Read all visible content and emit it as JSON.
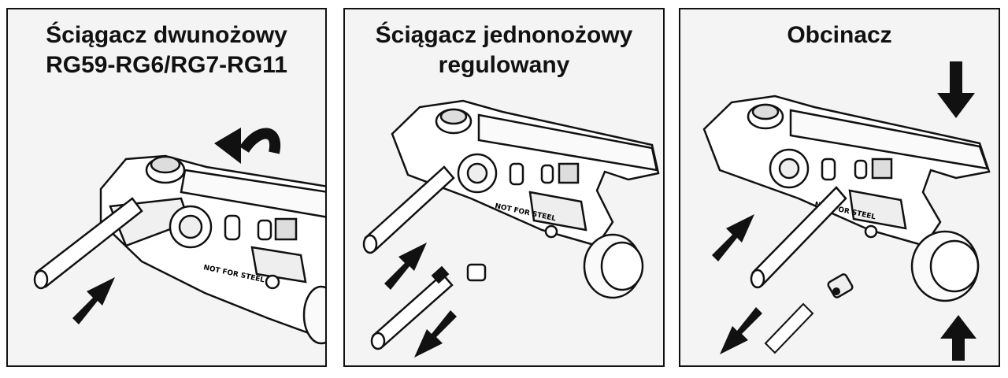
{
  "panels": [
    {
      "id": "panel-two-blade-stripper",
      "title_lines": [
        "Ściągacz dwunożowy",
        "RG59-RG6/RG7-RG11"
      ],
      "tool_label": "NOT FOR STEEL"
    },
    {
      "id": "panel-one-blade-adjustable-stripper",
      "title_lines": [
        "Ściągacz jednonożowy",
        "regulowany"
      ],
      "tool_label": "NOT FOR STEEL"
    },
    {
      "id": "panel-cutter",
      "title_lines": [
        "Obcinacz"
      ],
      "tool_label": "NOT FOR STEEL"
    }
  ],
  "colors": {
    "line": "#111111",
    "panel_bg": "#f4f4f4",
    "tool_fill": "#ffffff"
  }
}
